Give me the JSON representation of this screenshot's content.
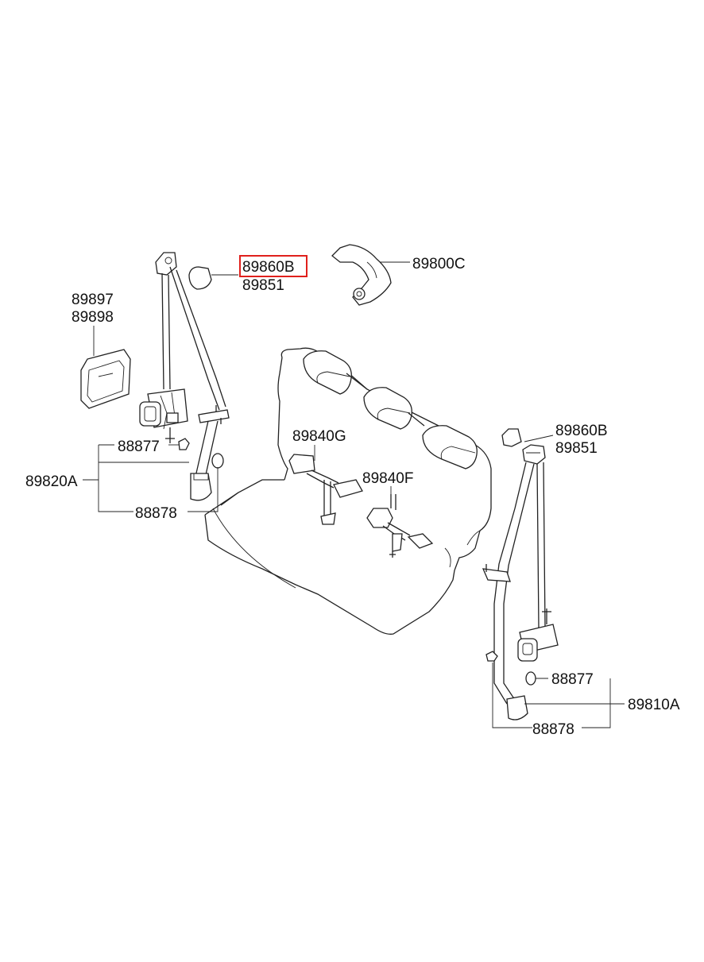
{
  "labels": {
    "top_belt_cover": "89860B",
    "top_belt_cover_alt": "89851",
    "bracket": "89800C",
    "trim_a": "89897",
    "trim_b": "89898",
    "left_nut": "88877",
    "left_assy": "89820A",
    "left_bolt": "88878",
    "center_buckle_g": "89840G",
    "center_buckle_f": "89840F",
    "right_cover": "89860B",
    "right_cover_alt": "89851",
    "right_nut": "88877",
    "right_assy": "89810A",
    "right_bolt": "88878"
  },
  "highlight": {
    "part": "89860B",
    "color": "#e0201c"
  }
}
